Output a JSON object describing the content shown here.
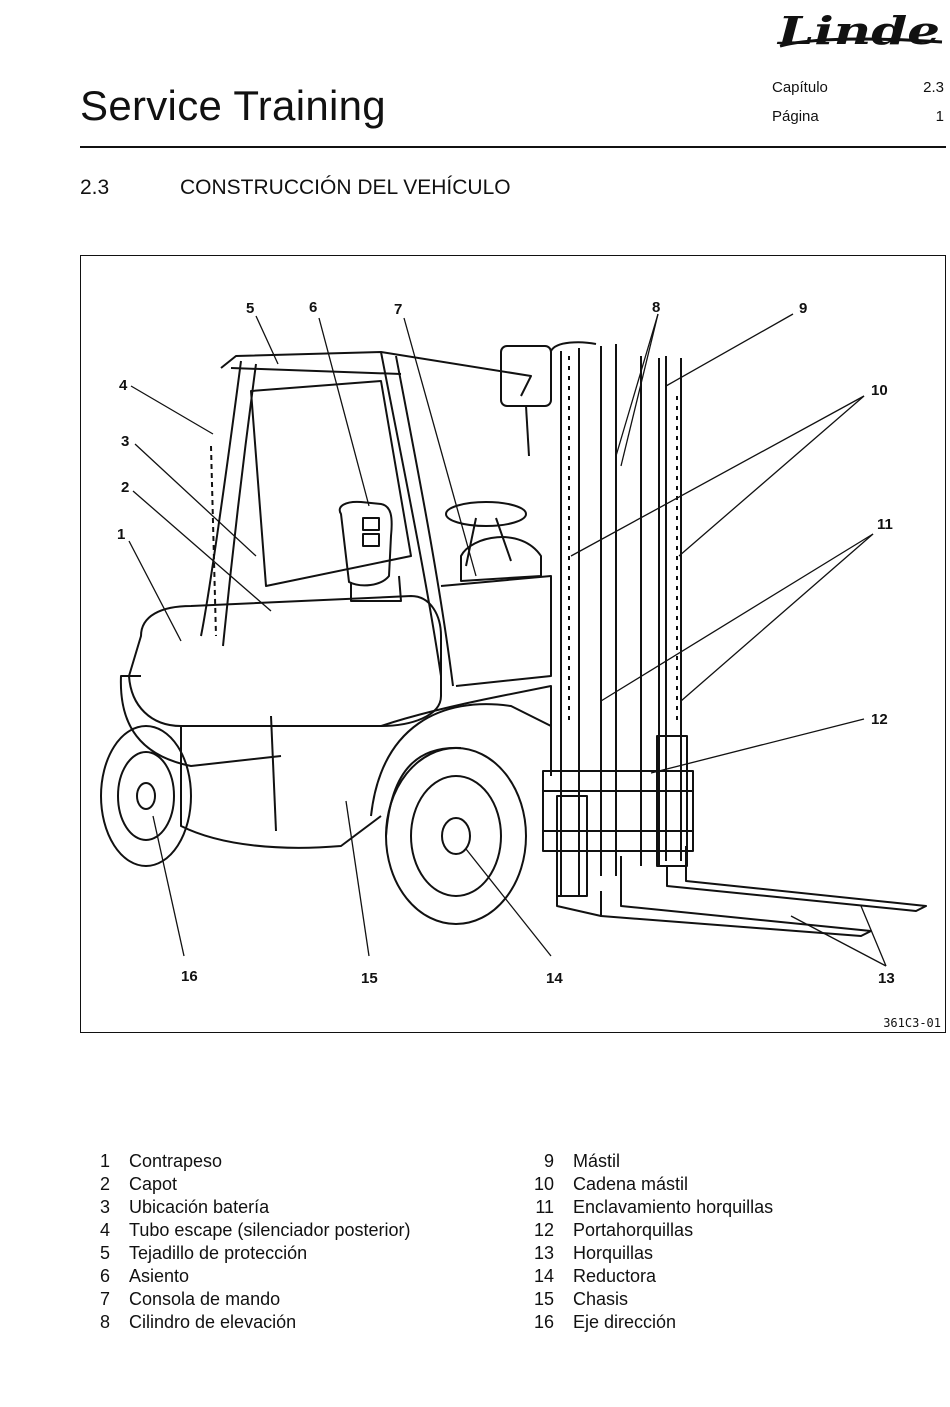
{
  "header": {
    "brand": "Linde",
    "title": "Service Training",
    "chapter_label": "Capítulo",
    "chapter_value": "2.3",
    "page_label": "Página",
    "page_value": "1"
  },
  "section": {
    "number": "2.3",
    "title": "CONSTRUCCIÓN DEL VEHÍCULO"
  },
  "figure": {
    "code": "361C3-01",
    "callouts": [
      "1",
      "2",
      "3",
      "4",
      "5",
      "6",
      "7",
      "8",
      "9",
      "10",
      "11",
      "12",
      "13",
      "14",
      "15",
      "16"
    ]
  },
  "legend": {
    "left": [
      {
        "n": "1",
        "t": "Contrapeso"
      },
      {
        "n": "2",
        "t": "Capot"
      },
      {
        "n": "3",
        "t": "Ubicación batería"
      },
      {
        "n": "4",
        "t": "Tubo escape (silenciador posterior)"
      },
      {
        "n": "5",
        "t": "Tejadillo de protección"
      },
      {
        "n": "6",
        "t": "Asiento"
      },
      {
        "n": "7",
        "t": "Consola de mando"
      },
      {
        "n": "8",
        "t": "Cilindro de elevación"
      }
    ],
    "right": [
      {
        "n": "9",
        "t": "Mástil"
      },
      {
        "n": "10",
        "t": "Cadena mástil"
      },
      {
        "n": "11",
        "t": "Enclavamiento horquillas"
      },
      {
        "n": "12",
        "t": "Portahorquillas"
      },
      {
        "n": "13",
        "t": "Horquillas"
      },
      {
        "n": "14",
        "t": "Reductora"
      },
      {
        "n": "15",
        "t": "Chasis"
      },
      {
        "n": "16",
        "t": "Eje dirección"
      }
    ]
  }
}
